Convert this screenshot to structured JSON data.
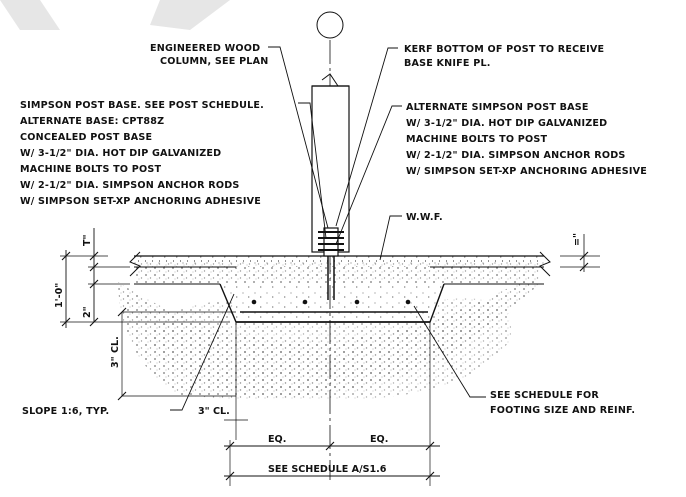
{
  "notes": {
    "column": [
      "ENGINEERED WOOD",
      "COLUMN, SEE PLAN"
    ],
    "kerf": [
      "KERF BOTTOM OF POST TO RECEIVE",
      "BASE KNIFE PL."
    ],
    "post_base": [
      "SIMPSON POST BASE. SEE POST SCHEDULE.",
      "ALTERNATE BASE:  CPT88Z",
      "CONCEALED POST BASE",
      "W/ 3-1/2\" DIA. HOT DIP GALVANIZED",
      "MACHINE BOLTS TO POST",
      "W/ 2-1/2\" DIA. SIMPSON ANCHOR RODS",
      "W/ SIMPSON SET-XP ANCHORING ADHESIVE"
    ],
    "alt_base": [
      "ALTERNATE SIMPSON POST BASE",
      "W/ 3-1/2\" DIA. HOT DIP GALVANIZED",
      "MACHINE BOLTS TO POST",
      "W/ 2-1/2\" DIA. SIMPSON ANCHOR RODS",
      "W/ SIMPSON SET-XP ANCHORING ADHESIVE"
    ],
    "wwf": "W.W.F.",
    "slope": "SLOPE 1:6, TYP.",
    "schedule": [
      "SEE SCHEDULE FOR",
      "FOOTING SIZE AND REINF."
    ]
  },
  "dimensions": {
    "slab_t": "T\"",
    "right_t": "=\"",
    "height": "1'-0\"",
    "two_in": "2\"",
    "cover_v": "3\" CL.",
    "cover_h": "3\" CL.",
    "eq_left": "EQ.",
    "eq_right": "EQ.",
    "schedule_ref": "SEE SCHEDULE A/S1.6"
  }
}
